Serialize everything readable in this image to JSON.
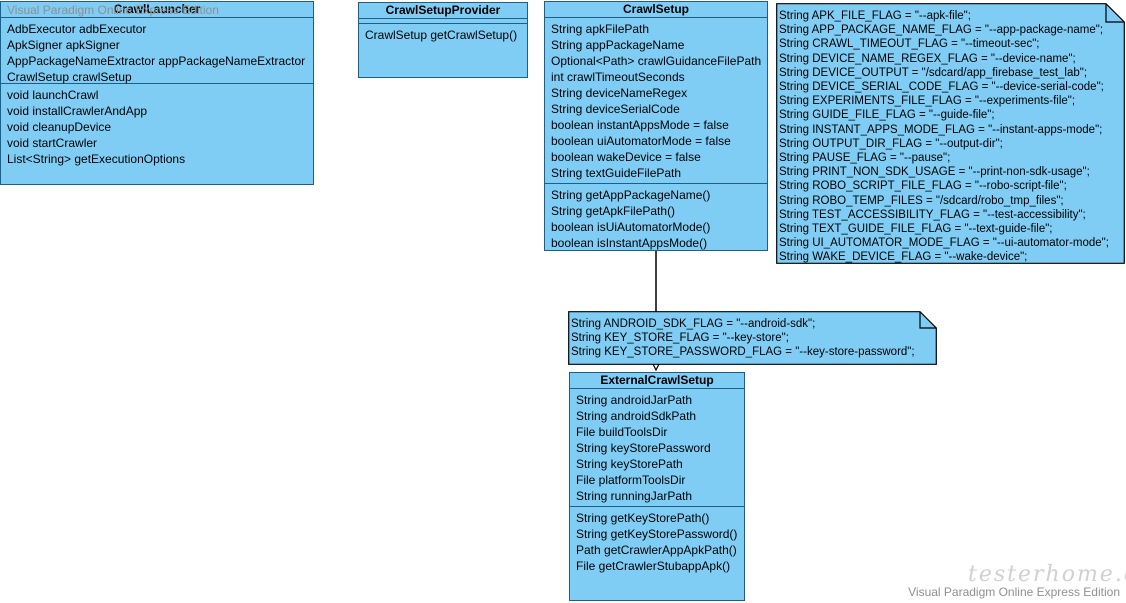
{
  "watermarks": {
    "top": "Visual Paradigm Online Express Edition",
    "bottom": "Visual Paradigm Online Express Edition",
    "site": "testerhome.com"
  },
  "classes": {
    "crawl_launcher": {
      "name": "CrawlLauncher",
      "attributes": [
        "AdbExecutor adbExecutor",
        "ApkSigner apkSigner",
        "AppPackageNameExtractor appPackageNameExtractor",
        "CrawlSetup crawlSetup"
      ],
      "operations": [
        "void launchCrawl",
        "void installCrawlerAndApp",
        "void cleanupDevice",
        "void startCrawler",
        "List<String> getExecutionOptions"
      ]
    },
    "crawl_setup_provider": {
      "name": "CrawlSetupProvider",
      "operations": [
        "CrawlSetup getCrawlSetup()"
      ]
    },
    "crawl_setup": {
      "name": "CrawlSetup",
      "attributes": [
        "String apkFilePath",
        "String appPackageName",
        "Optional<Path> crawlGuidanceFilePath",
        "int crawlTimeoutSeconds",
        "String deviceNameRegex",
        "String deviceSerialCode",
        "boolean instantAppsMode = false",
        "boolean uiAutomatorMode = false",
        "boolean wakeDevice = false",
        "String textGuideFilePath"
      ],
      "operations": [
        "String getAppPackageName()",
        "String getApkFilePath()",
        "boolean isUiAutomatorMode()",
        "boolean isInstantAppsMode()"
      ]
    },
    "external_crawl_setup": {
      "name": "ExternalCrawlSetup",
      "attributes": [
        "String androidJarPath",
        "String androidSdkPath",
        "File buildToolsDir",
        "String keyStorePassword",
        "String keyStorePath",
        "File platformToolsDir",
        "String runningJarPath"
      ],
      "operations": [
        "String getKeyStorePath()",
        "String getKeyStorePassword()",
        "Path getCrawlerAppApkPath()",
        "File getCrawlerStubappApk()"
      ]
    }
  },
  "notes": {
    "crawl_setup_flags": [
      "String APK_FILE_FLAG = \"--apk-file\";",
      "String APP_PACKAGE_NAME_FLAG = \"--app-package-name\";",
      "String CRAWL_TIMEOUT_FLAG = \"--timeout-sec\";",
      "String DEVICE_NAME_REGEX_FLAG = \"--device-name\";",
      "String DEVICE_OUTPUT = \"/sdcard/app_firebase_test_lab\";",
      "String DEVICE_SERIAL_CODE_FLAG = \"--device-serial-code\";",
      "String EXPERIMENTS_FILE_FLAG = \"--experiments-file\";",
      "String GUIDE_FILE_FLAG = \"--guide-file\";",
      "String INSTANT_APPS_MODE_FLAG = \"--instant-apps-mode\";",
      "String OUTPUT_DIR_FLAG = \"--output-dir\";",
      "String PAUSE_FLAG = \"--pause\";",
      "String PRINT_NON_SDK_USAGE = \"--print-non-sdk-usage\";",
      "String ROBO_SCRIPT_FILE_FLAG = \"--robo-script-file\";",
      "String ROBO_TEMP_FILES = \"/sdcard/robo_tmp_files\";",
      "String TEST_ACCESSIBILITY_FLAG = \"--test-accessibility\";",
      "String TEXT_GUIDE_FILE_FLAG = \"--text-guide-file\";",
      "String UI_AUTOMATOR_MODE_FLAG = \"--ui-automator-mode\";",
      "String WAKE_DEVICE_FLAG = \"--wake-device\";"
    ],
    "external_flags": [
      "String ANDROID_SDK_FLAG = \"--android-sdk\";",
      "String KEY_STORE_FLAG = \"--key-store\";",
      "String KEY_STORE_PASSWORD_FLAG = \"--key-store-password\";"
    ]
  },
  "colors": {
    "class_fill": "#7fcdf5",
    "class_border": "#1f5f86",
    "note_fill": "#7fcdf5"
  }
}
